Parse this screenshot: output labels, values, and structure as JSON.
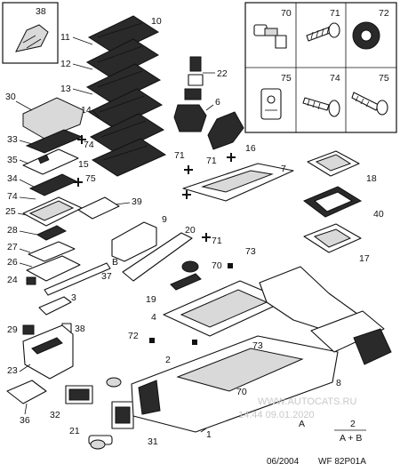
{
  "diagram": {
    "footer": {
      "code": "06/2004",
      "ref": "WF 82P01A"
    },
    "watermark": {
      "site": "WWW.AUTOCATS.RU",
      "stamp": "14:44 09.01.2020"
    },
    "legend": {
      "fraction_top": "2",
      "fraction_bottom": "A + B",
      "variant": "A"
    },
    "callouts": {
      "c1": "1",
      "c2": "2",
      "c3": "3",
      "c4": "4",
      "c6": "6",
      "c7": "7",
      "c8": "8",
      "c9": "9",
      "c10": "10",
      "c11": "11",
      "c12": "12",
      "c13": "13",
      "c14": "14",
      "c15": "15",
      "c16": "16",
      "c17": "17",
      "c18": "18",
      "c19": "19",
      "c20": "20",
      "c21": "21",
      "c22": "22",
      "c23": "23",
      "c24": "24",
      "c25": "25",
      "c26": "26",
      "c27": "27",
      "c28": "28",
      "c29": "29",
      "c30": "30",
      "c31": "31",
      "c32": "32",
      "c33": "33",
      "c34": "34",
      "c35": "35",
      "c36": "36",
      "c37": "37",
      "c38a": "38",
      "c38b": "38",
      "c39": "39",
      "c40": "40",
      "c70a": "70",
      "c70b": "70",
      "c70c": "70",
      "c71a": "71",
      "c71b": "71",
      "c71c": "71",
      "c71d": "71",
      "c72a": "72",
      "c72b": "72",
      "c73a": "73",
      "c73b": "73",
      "c74a": "74",
      "c74b": "74",
      "c74c": "74",
      "c75a": "75",
      "c75b": "75",
      "c75c": "75",
      "cB": "B",
      "cA": "A"
    }
  }
}
